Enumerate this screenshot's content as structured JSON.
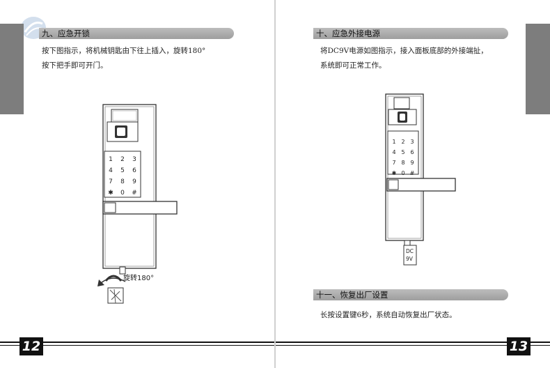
{
  "left_page": {
    "section_title": "九、应急开锁",
    "instructions": [
      "按下图指示，将机械钥匙由下往上插入，旋转180°",
      "按下把手即可开门。"
    ],
    "rotate_label": "旋转180°",
    "page_number": "12"
  },
  "right_page": {
    "section_power_title": "十、应急外接电源",
    "power_instructions": [
      "将DC9V电源如图指示，接入面板底部的外接端扯，",
      "系统即可正常工作。"
    ],
    "dc_label_line1": "DC",
    "dc_label_line2": "9V",
    "section_reset_title": "十一、恢复出厂设置",
    "reset_instruction": "长按设置键6秒，系统自动恢复出厂状态。",
    "page_number": "13"
  },
  "keypad_keys": [
    "1",
    "2",
    "3",
    "4",
    "5",
    "6",
    "7",
    "8",
    "9",
    "✱",
    "0",
    "#"
  ]
}
